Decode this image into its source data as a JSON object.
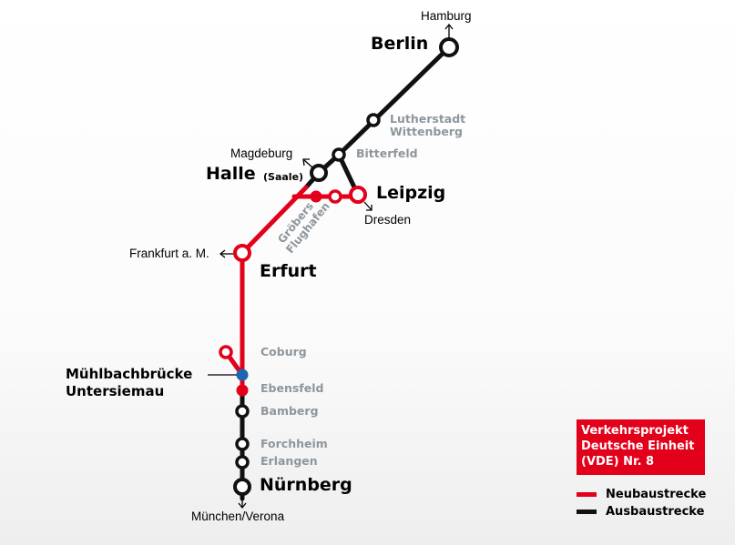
{
  "colors": {
    "neubau": "#e2001a",
    "ausbau": "#111111",
    "junction": "#1f63b3",
    "minor_label": "#8e969c",
    "background": "#f7f7f7"
  },
  "stations": {
    "berlin": "Berlin",
    "lutherstadt_wittenberg": [
      "Lutherstadt",
      "Wittenberg"
    ],
    "bitterfeld": "Bitterfeld",
    "halle": "Halle",
    "halle_suffix": "(Saale)",
    "leipzig": "Leipzig",
    "groebers": "Gröbers",
    "flughafen": "Flughafen",
    "erfurt": "Erfurt",
    "coburg": "Coburg",
    "muehlbachbruecke": [
      "Mühlbachbrücke",
      "Untersiemau"
    ],
    "ebensfeld": "Ebensfeld",
    "bamberg": "Bamberg",
    "forchheim": "Forchheim",
    "erlangen": "Erlangen",
    "nuernberg": "Nürnberg"
  },
  "connections": {
    "hamburg": "Hamburg",
    "magdeburg": "Magdeburg",
    "dresden": "Dresden",
    "frankfurt": "Frankfurt a. M.",
    "muenchen": "München/Verona"
  },
  "legend": {
    "title": [
      "Verkehrsprojekt",
      "Deutsche Einheit",
      "(VDE) Nr. 8"
    ],
    "neubau_label": "Neubaustrecke",
    "ausbau_label": "Ausbaustrecke"
  }
}
